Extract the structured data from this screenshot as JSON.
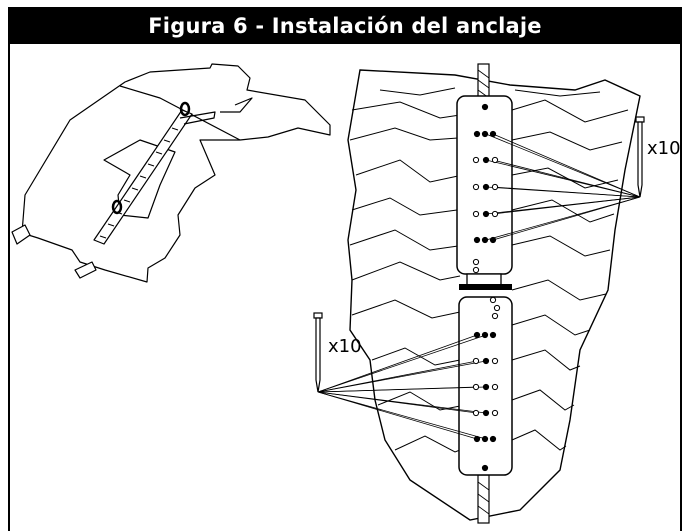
{
  "figure": {
    "title": "Figura 6 - Instalación del anclaje",
    "labels": {
      "nails_right": "x10",
      "nails_left": "x10"
    }
  }
}
